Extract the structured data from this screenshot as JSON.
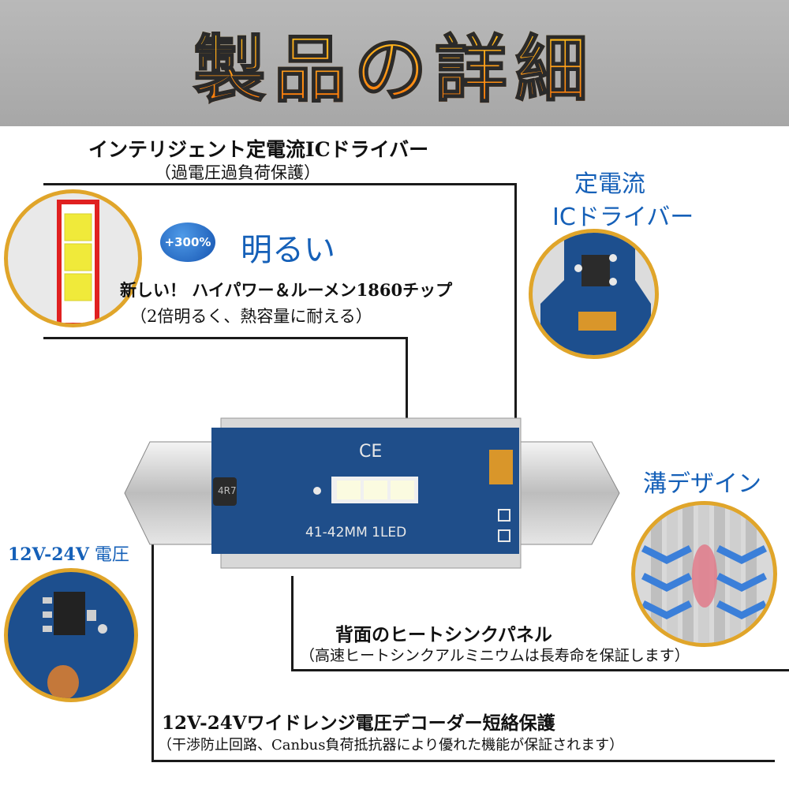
{
  "header": {
    "title": "製品の詳細"
  },
  "driver": {
    "title": "インテリジェント定電流ICドライバー",
    "subtitle": "（過電圧過負荷保護）"
  },
  "driver_side": {
    "line1": "定電流",
    "line2": "ICドライバー"
  },
  "brightness": {
    "badge": "+300%",
    "title": "明るい",
    "desc": "新しい！ ハイパワー＆ルーメン1860チップ",
    "sub": "（2倍明るく、熱容量に耐える）"
  },
  "groove": {
    "title": "溝デザイン"
  },
  "voltage": {
    "label_bold": "12V-24V",
    "label_rest": "電圧"
  },
  "bulb": {
    "ce_mark": "CE",
    "model": "41-42MM 1LED",
    "inductor_label": "4R7"
  },
  "heatsink": {
    "title": "背面のヒートシンクパネル",
    "sub": "（高速ヒートシンクアルミニウムは長寿命を保証します）"
  },
  "decoder": {
    "title": "12V-24Vワイドレンジ電圧デコーダー短絡保護",
    "sub": "（干渉防止回路、Canbus負荷抵抗器により優れた機能が保証されます）"
  }
}
